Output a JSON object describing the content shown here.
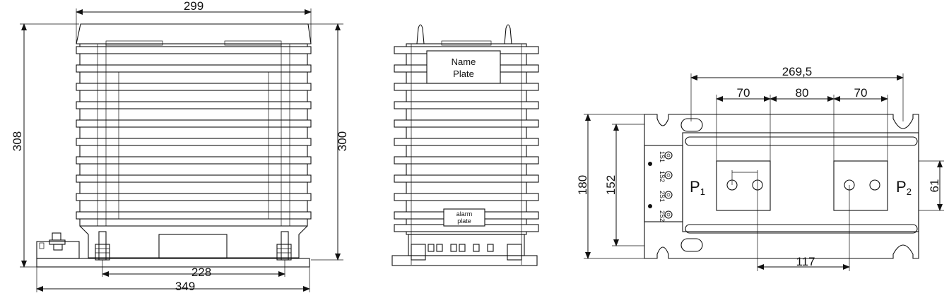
{
  "front_view": {
    "dim_top_width": "299",
    "dim_left_height": "308",
    "dim_right_height": "300",
    "dim_bolt_spacing": "228",
    "dim_base_width": "349"
  },
  "side_view": {
    "name_plate_line1": "Name",
    "name_plate_line2": "Plate",
    "alarm_plate_line1": "alarm",
    "alarm_plate_line2": "plate"
  },
  "top_view": {
    "dim_overall": "269,5",
    "dim_seg_left": "70",
    "dim_seg_mid": "80",
    "dim_seg_right": "70",
    "dim_left_outer": "180",
    "dim_left_inner": "152",
    "dim_right": "61",
    "dim_bottom": "117",
    "primary_left": "P",
    "primary_left_sub": "1",
    "primary_right": "P",
    "primary_right_sub": "2",
    "terminals": [
      "1S1",
      "1S2",
      "2S1",
      "2S2"
    ]
  }
}
